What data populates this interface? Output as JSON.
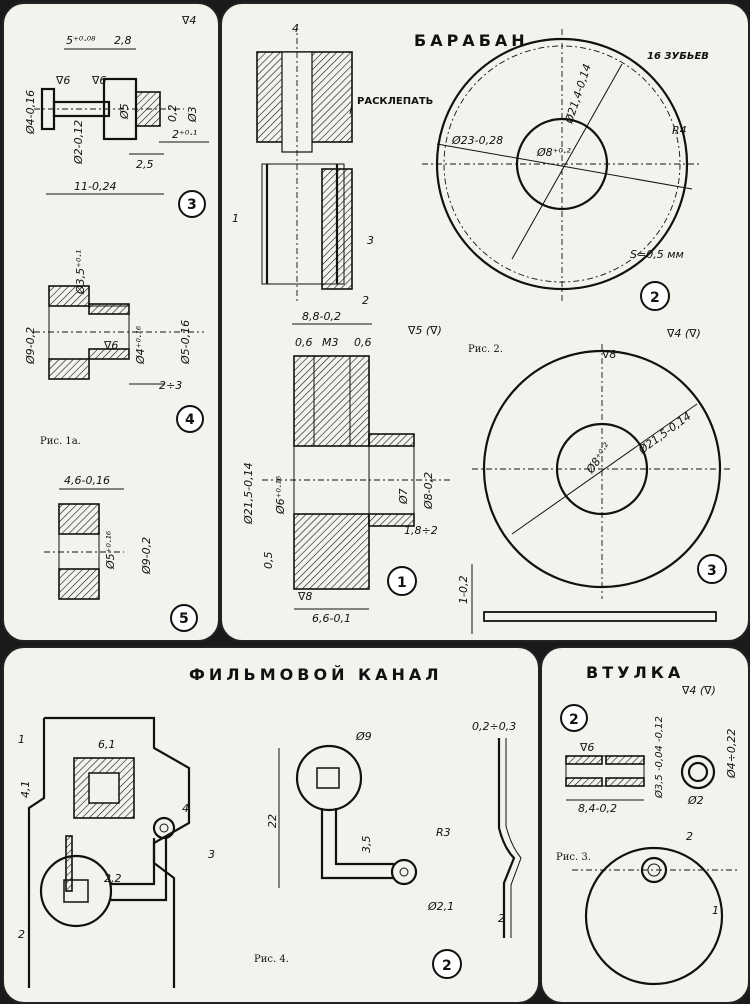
{
  "panel1": {
    "roughness": "∇4",
    "part3": {
      "d1": "5⁺⁰·⁰⁸",
      "d2": "2,8",
      "d3": "∇6",
      "d4": "∇6",
      "d5": "Ø4-0,16",
      "d6": "Ø2-0,12",
      "d7": "Ø5",
      "d8": "0,2",
      "d9": "Ø3",
      "d10": "2⁺⁰·¹",
      "d11": "2,5",
      "d12": "11-0,24",
      "label": "3"
    },
    "part4": {
      "d1": "Ø3,5⁺⁰·¹",
      "d2": "Ø9-0,2",
      "d3": "∇6",
      "d4": "Ø4⁺⁰·¹⁶",
      "d5": "Ø5-0,16",
      "d6": "2÷3",
      "label": "4"
    },
    "caption": "Рис. 1а.",
    "part5": {
      "d1": "4,6-0,16",
      "d2": "Ø5⁺⁰·¹⁶",
      "d3": "Ø9-0,2",
      "label": "5"
    }
  },
  "panel2": {
    "title": "БАРАБАН",
    "top": {
      "n4": "4",
      "rivet": "РАСКЛЕПАТЬ",
      "n1": "1",
      "n3": "3",
      "n2": "2"
    },
    "gear": {
      "teeth": "16 ЗУБЬЕВ",
      "d1": "Ø23-0,28",
      "d2": "Ø21,4-0,14",
      "d3": "Ø8⁺⁰·²",
      "r": "R4",
      "s": "S=0,5 мм",
      "label": "2"
    },
    "hub": {
      "d1": "8,8-0,2",
      "rough": "∇5 (∇)",
      "d2": "0,6",
      "d3": "М3",
      "d4": "0,6",
      "d5": "Ø21,5-0,14",
      "d6": "Ø6⁺⁰·¹⁶",
      "d7": "Ø7",
      "d8": "Ø8-0,2",
      "d9": "1,8÷2",
      "d10": "0,5",
      "d11": "∇8",
      "d12": "6,6-0,1",
      "label": "1"
    },
    "caption": "Рис. 2.",
    "disk": {
      "rough": "∇4 (∇)",
      "r8": "∇8",
      "d1": "Ø21,5-0,14",
      "d2": "Ø8⁺⁰·²",
      "d3": "1-0,2",
      "label": "3"
    }
  },
  "panel3": {
    "title": "ФИЛЬМОВОЙ КАНАЛ",
    "left": {
      "n1": "1",
      "d1": "6,1",
      "d2": "4,1",
      "d3": "2,2",
      "n4": "4",
      "n3": "3",
      "n2": "2"
    },
    "right": {
      "d1": "Ø9",
      "d2": "22",
      "d3": "3,5",
      "d4": "R3",
      "d5": "Ø2,1",
      "d6": "0,2÷0,3",
      "d7": "2",
      "label": "2"
    },
    "caption": "Рис. 4."
  },
  "panel4": {
    "title": "ВТУЛКА",
    "label2": "2",
    "rough": "∇4 (∇)",
    "d1": "∇6",
    "d2": "Ø3,5 -0,04 -0,12",
    "d3": "8,4-0,2",
    "d4": "Ø2",
    "d5": "Ø4÷0,22",
    "caption": "Рис. 3.",
    "n2": "2",
    "n1": "1"
  }
}
